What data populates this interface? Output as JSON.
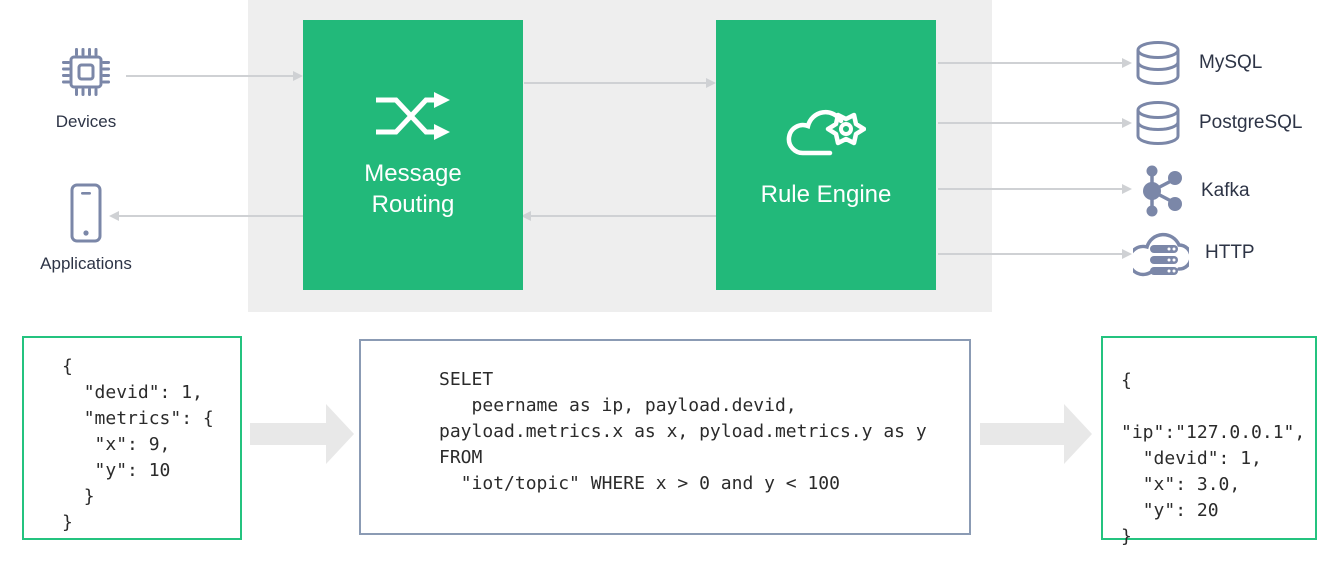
{
  "diagram": {
    "title": "EMQX message routing and rule engine data flow",
    "colors": {
      "accent_green": "#22b97a",
      "panel_gray": "#eeeeee",
      "icon_slate": "#7b87a8",
      "connector_gray": "#cfd1d4",
      "text_dark": "#2d3446",
      "border_slate": "#8b9bb4",
      "border_green": "#24c37f",
      "block_arrow": "#e8e8e8"
    }
  },
  "sources": [
    {
      "id": "devices",
      "label": "Devices",
      "icon": "microchip-icon"
    },
    {
      "id": "applications",
      "label": "Applications",
      "icon": "mobile-phone-icon"
    }
  ],
  "services": [
    {
      "id": "message-routing",
      "label": "Message\nRouting",
      "icon": "shuffle-arrows-icon"
    },
    {
      "id": "rule-engine",
      "label": "Rule Engine",
      "icon": "cloud-gear-icon"
    }
  ],
  "sinks": [
    {
      "id": "mysql",
      "label": "MySQL",
      "icon": "database-cylinder-icon"
    },
    {
      "id": "postgresql",
      "label": "PostgreSQL",
      "icon": "database-cylinder-icon"
    },
    {
      "id": "kafka",
      "label": "Kafka",
      "icon": "node-graph-icon"
    },
    {
      "id": "http",
      "label": "HTTP",
      "icon": "cloud-server-icon"
    }
  ],
  "panels": {
    "input": {
      "id": "input-payload",
      "text": "{\n  \"devid\": 1,\n  \"metrics\": {\n   \"x\": 9,\n   \"y\": 10\n  }\n}"
    },
    "sql": {
      "id": "rule-sql",
      "text": "SELET\n   peername as ip, payload.devid, payload.metrics.x as x, pyload.metrics.y as y FROM\n  \"iot/topic\" WHERE x > 0 and y < 100"
    },
    "output": {
      "id": "output-payload",
      "text": "{\n  \"ip\":\"127.0.0.1\",\n  \"devid\": 1,\n  \"x\": 3.0,\n  \"y\": 20\n}"
    }
  }
}
